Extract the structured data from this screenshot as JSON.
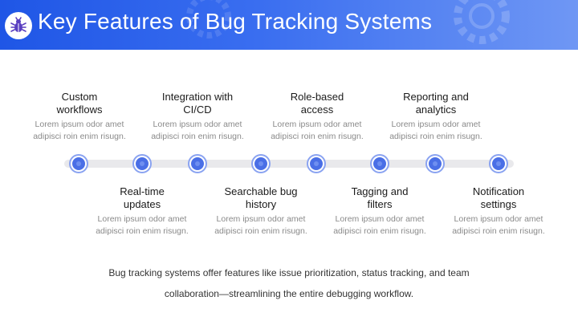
{
  "header": {
    "title": "Key Features of Bug Tracking Systems",
    "icon": "bug-icon",
    "colors": {
      "gradient_start": "#1f56e6",
      "gradient_end": "#6f97f4"
    }
  },
  "timeline": {
    "accent_color": "#4a6fe6",
    "features": [
      {
        "title_line1": "Custom",
        "title_line2": "workflows",
        "desc_line1": "Lorem ipsum odor amet",
        "desc_line2": "adipisci roin enim risugn."
      },
      {
        "title_line1": "Real-time",
        "title_line2": "updates",
        "desc_line1": "Lorem ipsum odor amet",
        "desc_line2": "adipisci roin enim risugn."
      },
      {
        "title_line1": "Integration with",
        "title_line2": "CI/CD",
        "desc_line1": "Lorem ipsum odor amet",
        "desc_line2": "adipisci roin enim risugn."
      },
      {
        "title_line1": "Searchable bug",
        "title_line2": "history",
        "desc_line1": "Lorem ipsum odor amet",
        "desc_line2": "adipisci roin enim risugn."
      },
      {
        "title_line1": "Role-based",
        "title_line2": "access",
        "desc_line1": "Lorem ipsum odor amet",
        "desc_line2": "adipisci roin enim risugn."
      },
      {
        "title_line1": "Tagging and",
        "title_line2": "filters",
        "desc_line1": "Lorem ipsum odor amet",
        "desc_line2": "adipisci roin enim risugn."
      },
      {
        "title_line1": "Reporting and",
        "title_line2": "analytics",
        "desc_line1": "Lorem ipsum odor amet",
        "desc_line2": "adipisci roin enim risugn."
      },
      {
        "title_line1": "Notification",
        "title_line2": "settings",
        "desc_line1": "Lorem ipsum odor amet",
        "desc_line2": "adipisci roin enim risugn."
      }
    ]
  },
  "summary": {
    "line1": "Bug tracking systems offer features like issue prioritization, status tracking, and team",
    "line2": "collaboration—streamlining the entire debugging workflow."
  }
}
